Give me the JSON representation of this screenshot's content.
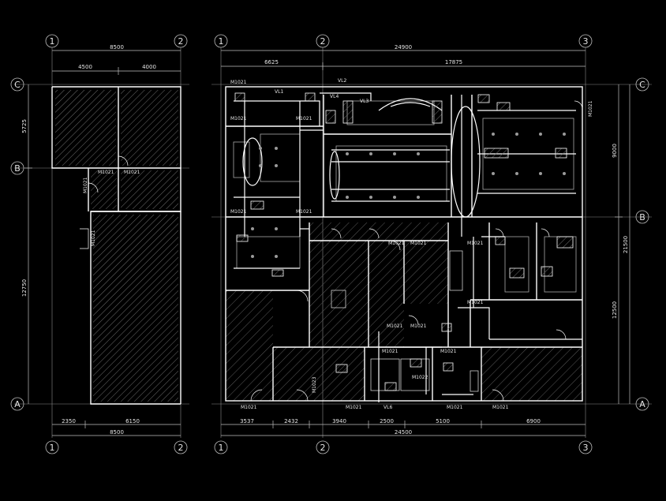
{
  "colors": {
    "background": "#000000",
    "wall": "#ffffff",
    "hatch": "#7a7a7a",
    "dim": "#bfbfbf",
    "duct": "#ffffff",
    "fixture": "#9a9a9a"
  },
  "left_plan": {
    "top_axes": [
      "1",
      "2"
    ],
    "bottom_axes": [
      "1",
      "2"
    ],
    "left_axes": [
      "C",
      "B",
      "A"
    ],
    "top_total": "8500",
    "top_segments": [
      "4500",
      "4000"
    ],
    "bottom_total": "8500",
    "bottom_segments": [
      "2350",
      "6150"
    ],
    "left_dims": [
      "5725",
      "12750"
    ],
    "door_labels": [
      "M1021",
      "M1021",
      "M1021",
      "M1021"
    ]
  },
  "right_plan": {
    "top_axes": [
      "1",
      "2",
      "3"
    ],
    "bottom_axes": [
      "1",
      "2",
      "3"
    ],
    "right_axes": [
      "C",
      "B",
      "A"
    ],
    "top_total": "24900",
    "top_segments": [
      "6625",
      "17875"
    ],
    "bottom_total": "24500",
    "bottom_segments": [
      "3537",
      "2432",
      "3940",
      "2500",
      "5100",
      "6900"
    ],
    "right_dims": [
      "9000",
      "12500"
    ],
    "right_total": "21500",
    "riser_labels": [
      "VL1",
      "VL2",
      "VL3",
      "VL4",
      "VL6"
    ],
    "door_labels": [
      "M1021",
      "M1021",
      "M1021",
      "M1021",
      "M1021",
      "M1021",
      "M1021",
      "M1021",
      "M1021",
      "M1021",
      "M1021",
      "M1021",
      "M1021",
      "M1021",
      "M1021",
      "M1021",
      "M1021",
      "M1021",
      "M1022",
      "M1023"
    ]
  }
}
